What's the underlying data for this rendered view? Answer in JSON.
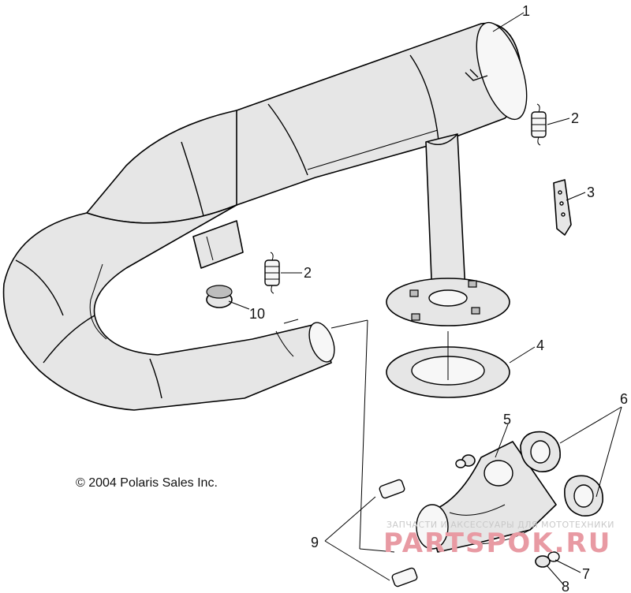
{
  "copyright": "© 2004 Polaris Sales Inc.",
  "watermark": {
    "top_text": "ЗАПЧАСТИ И АКСЕССУАРЫ ДЛЯ МОТОТЕХНИКИ",
    "brand_text": "PARTSPOK.RU",
    "color": "#e89aa3"
  },
  "callouts": {
    "n1": "1",
    "n2a": "2",
    "n2b": "2",
    "n3": "3",
    "n4": "4",
    "n5": "5",
    "n6": "6",
    "n7": "7",
    "n8": "8",
    "n9": "9",
    "n10": "10"
  }
}
